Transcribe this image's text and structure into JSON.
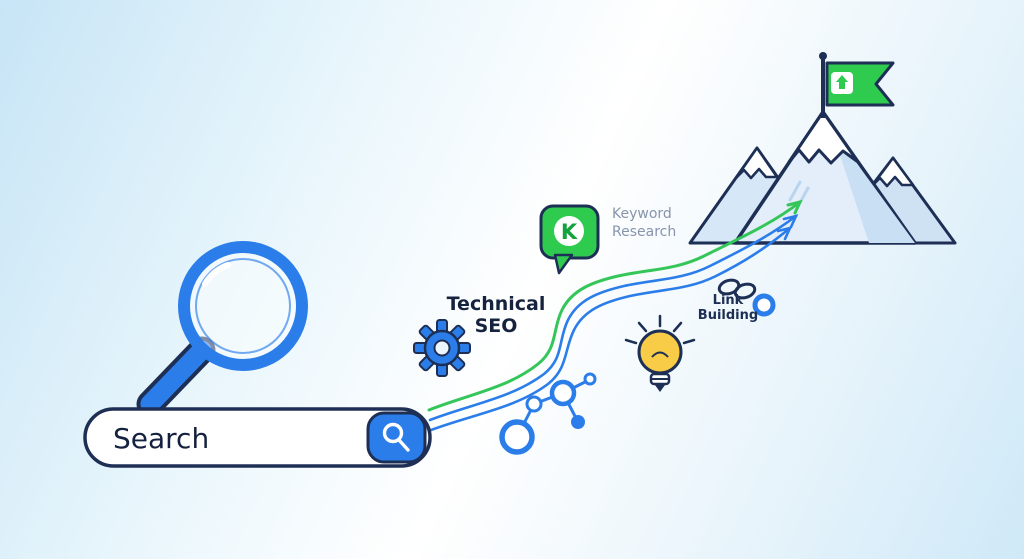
{
  "search": {
    "value": "Search"
  },
  "stages": {
    "technical_seo": {
      "line1": "Technical",
      "line2": "SEO"
    },
    "keyword_research": {
      "line1": "Keyword",
      "line2": "Research",
      "badge_letter": "K"
    },
    "link_building": {
      "line1": "Link",
      "line2": "Building"
    }
  },
  "colors": {
    "blue": "#2b7de9",
    "navy": "#1e2f55",
    "green": "#2ecb4e",
    "yellow": "#f8cc46",
    "muted_label": "#8794ab",
    "mountain_fill": "#dcebf8"
  }
}
